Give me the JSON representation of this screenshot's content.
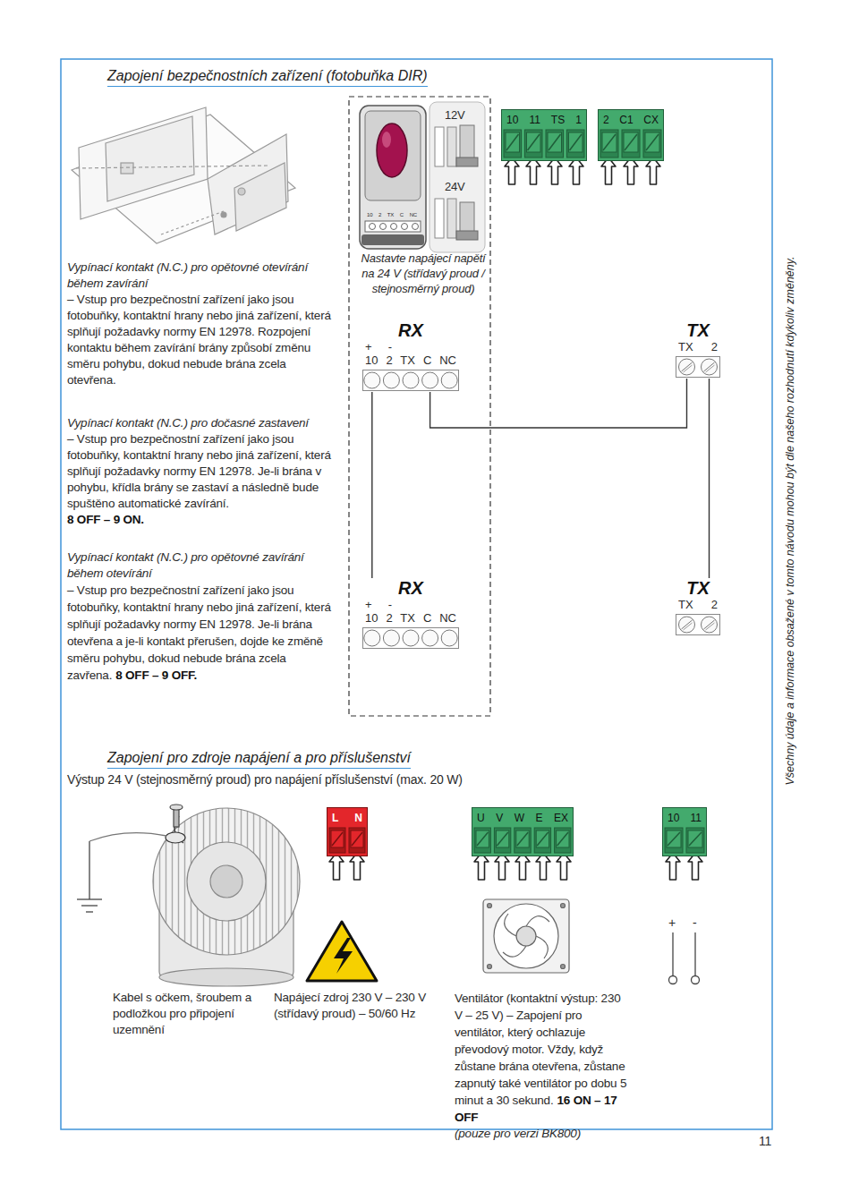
{
  "diagram": {
    "title": "Zapojení bezpečnostních zařízení (fotobuňka DIR)",
    "nodes": [
      {
        "text": [
          "10 11 TS 1"
        ]
      },
      {
        "text": [
          "2 C1 CX"
        ]
      },
      {
        "text": [
          "RX",
          "+ -",
          "10 2 TX C NC"
        ]
      },
      {
        "text": [
          "TX",
          "TX 2"
        ]
      },
      {
        "text": [
          "RX",
          "+ -",
          "10 2 TX C NC"
        ]
      },
      {
        "text": [
          "TX",
          "TX 2"
        ]
      },
      {
        "text": [
          "L N"
        ]
      },
      {
        "text": [
          "U V W E EX"
        ]
      },
      {
        "text": [
          "10 11"
        ]
      }
    ],
    "edges": [
      {
        "from": 2,
        "to": 4,
        "arrow": "none"
      },
      {
        "from": 2,
        "to": 3,
        "arrow": "none"
      },
      {
        "from": 3,
        "to": 5,
        "arrow": "none"
      }
    ],
    "labels": [
      "12V",
      "24V",
      "10 2 TX C NC",
      "Nastavte napájecí napětí na 24 V (střídavý proud / stejnosměrný proud)",
      "Vypínací kontakt (N.C.) pro opětovné otevírání během zavírání",
      "– Vstup pro bezpečnostní zařízení jako jsou fotobuňky, kontaktní hrany nebo jiná zařízení, která splňují požadavky normy EN 12978. Rozpojení kontaktu během zavírání brány způsobí změnu směru pohybu, dokud nebude brána zcela otevřena.",
      "Vypínací kontakt (N.C.) pro dočasné zastavení",
      "– Vstup pro bezpečnostní zařízení jako jsou fotobuňky, kontaktní hrany nebo jiná zařízení, která splňují požadavky normy EN 12978. Je-li brána v pohybu, křídla brány se zastaví a následně bude spuštěno automatické zavírání.",
      "8 OFF – 9 ON.",
      "Vypínací kontakt (N.C.) pro opětovné zavírání během otevírání",
      "– Vstup pro bezpečnostní zařízení jako jsou fotobuňky, kontaktní hrany nebo jiná zařízení, která splňují požadavky normy EN 12978. Je-li brána otevřena a je-li kontakt přerušen, dojde ke změně směru pohybu, dokud nebude brána zcela zavřena.",
      "8 OFF – 9 OFF.",
      "Zapojení pro zdroje napájení a pro příslušenství",
      "Výstup 24 V (stejnosměrný proud) pro napájení příslušenství (max. 20 W)",
      "+",
      "-",
      "Kabel s očkem, šroubem a podložkou pro připojení uzemnění",
      "Napájecí zdroj 230 V – 230 V (střídavý proud) – 50/60 Hz",
      "Ventilátor (kontaktní výstup: 230 V – 25 V) – Zapojení pro ventilátor, který ochlazuje převodový motor. Vždy, když zůstane brána otevřena, zůstane zapnutý také ventilátor po dobu 5 minut a 30 sekund.",
      "16 ON – 17 OFF",
      "(pouze pro verzi BK800)",
      "Všechny údaje a informace obsažené v tomto návodu mohou být dle našeho rozhodnutí kdykoliv změněny.",
      "11"
    ]
  }
}
